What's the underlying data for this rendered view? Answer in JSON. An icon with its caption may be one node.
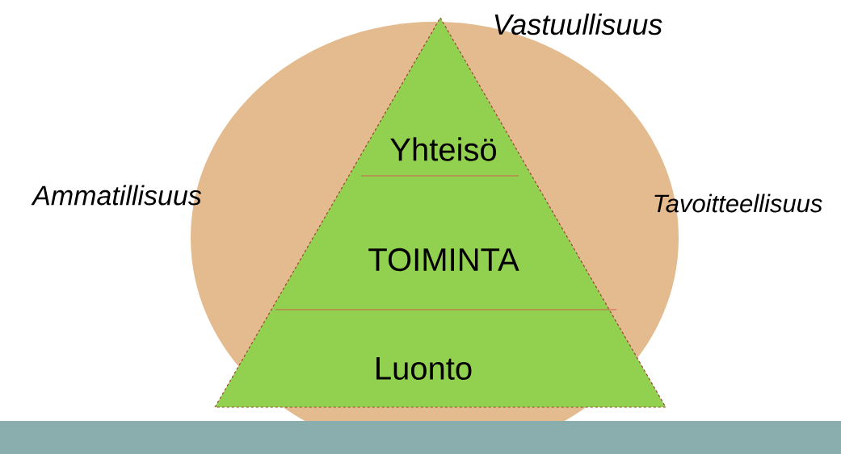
{
  "diagram": {
    "nodes": [
      {
        "text": [
          "Yhteisö",
          "TOIMINTA",
          "Luonto"
        ]
      }
    ],
    "labels": [
      "Vastuullisuus",
      "Ammatillisuus",
      "Tavoitteellisuus"
    ]
  }
}
